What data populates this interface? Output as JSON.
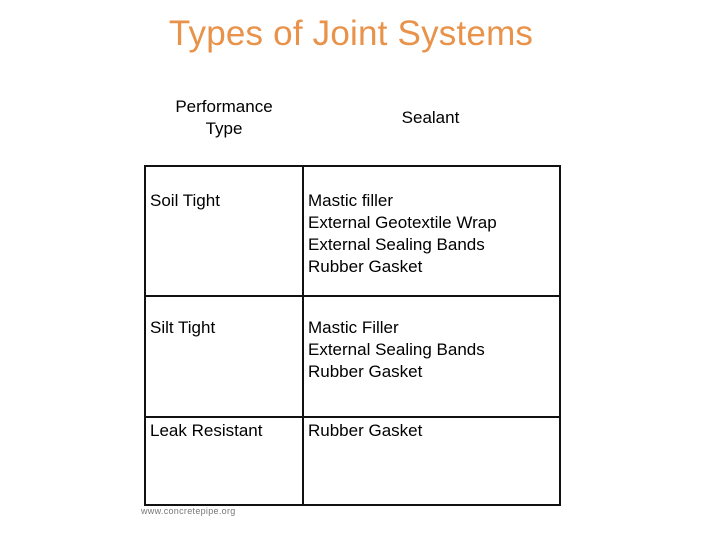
{
  "title": "Types of Joint Systems",
  "headers": {
    "performance_type": [
      "Performance",
      "Type"
    ],
    "sealant": "Sealant"
  },
  "rows": [
    {
      "performance": "Soil Tight",
      "sealants": [
        "Mastic filler",
        "External Geotextile Wrap",
        "External Sealing Bands",
        "Rubber Gasket"
      ]
    },
    {
      "performance": "Silt Tight",
      "sealants": [
        "Mastic Filler",
        "External Sealing Bands",
        "Rubber Gasket"
      ]
    },
    {
      "performance": "Leak Resistant",
      "sealants": [
        "Rubber Gasket"
      ]
    }
  ],
  "footer": "www.concretepipe.org",
  "colors": {
    "title": "#e8924a",
    "text": "#000000",
    "border": "#111111",
    "footer": "#777777"
  }
}
